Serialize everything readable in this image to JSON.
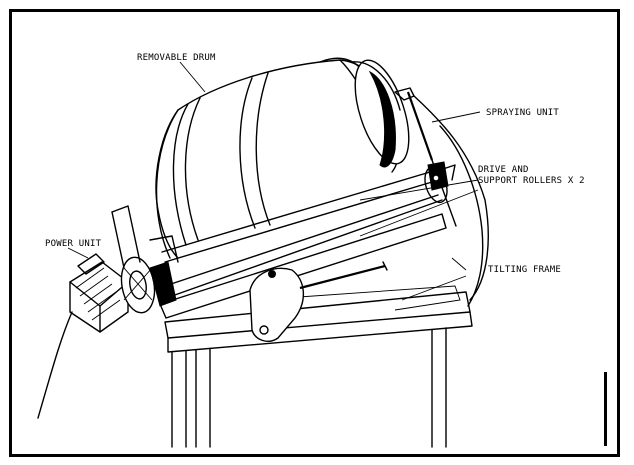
{
  "diagram": {
    "labels": {
      "removable_drum": "REMOVABLE DRUM",
      "spraying_unit": "SPRAYING UNIT",
      "drive_line1": "DRIVE AND",
      "drive_line2": "SUPPORT ROLLERS X 2",
      "power_unit": "POWER UNIT",
      "tilting_frame": "TILTING FRAME"
    }
  }
}
